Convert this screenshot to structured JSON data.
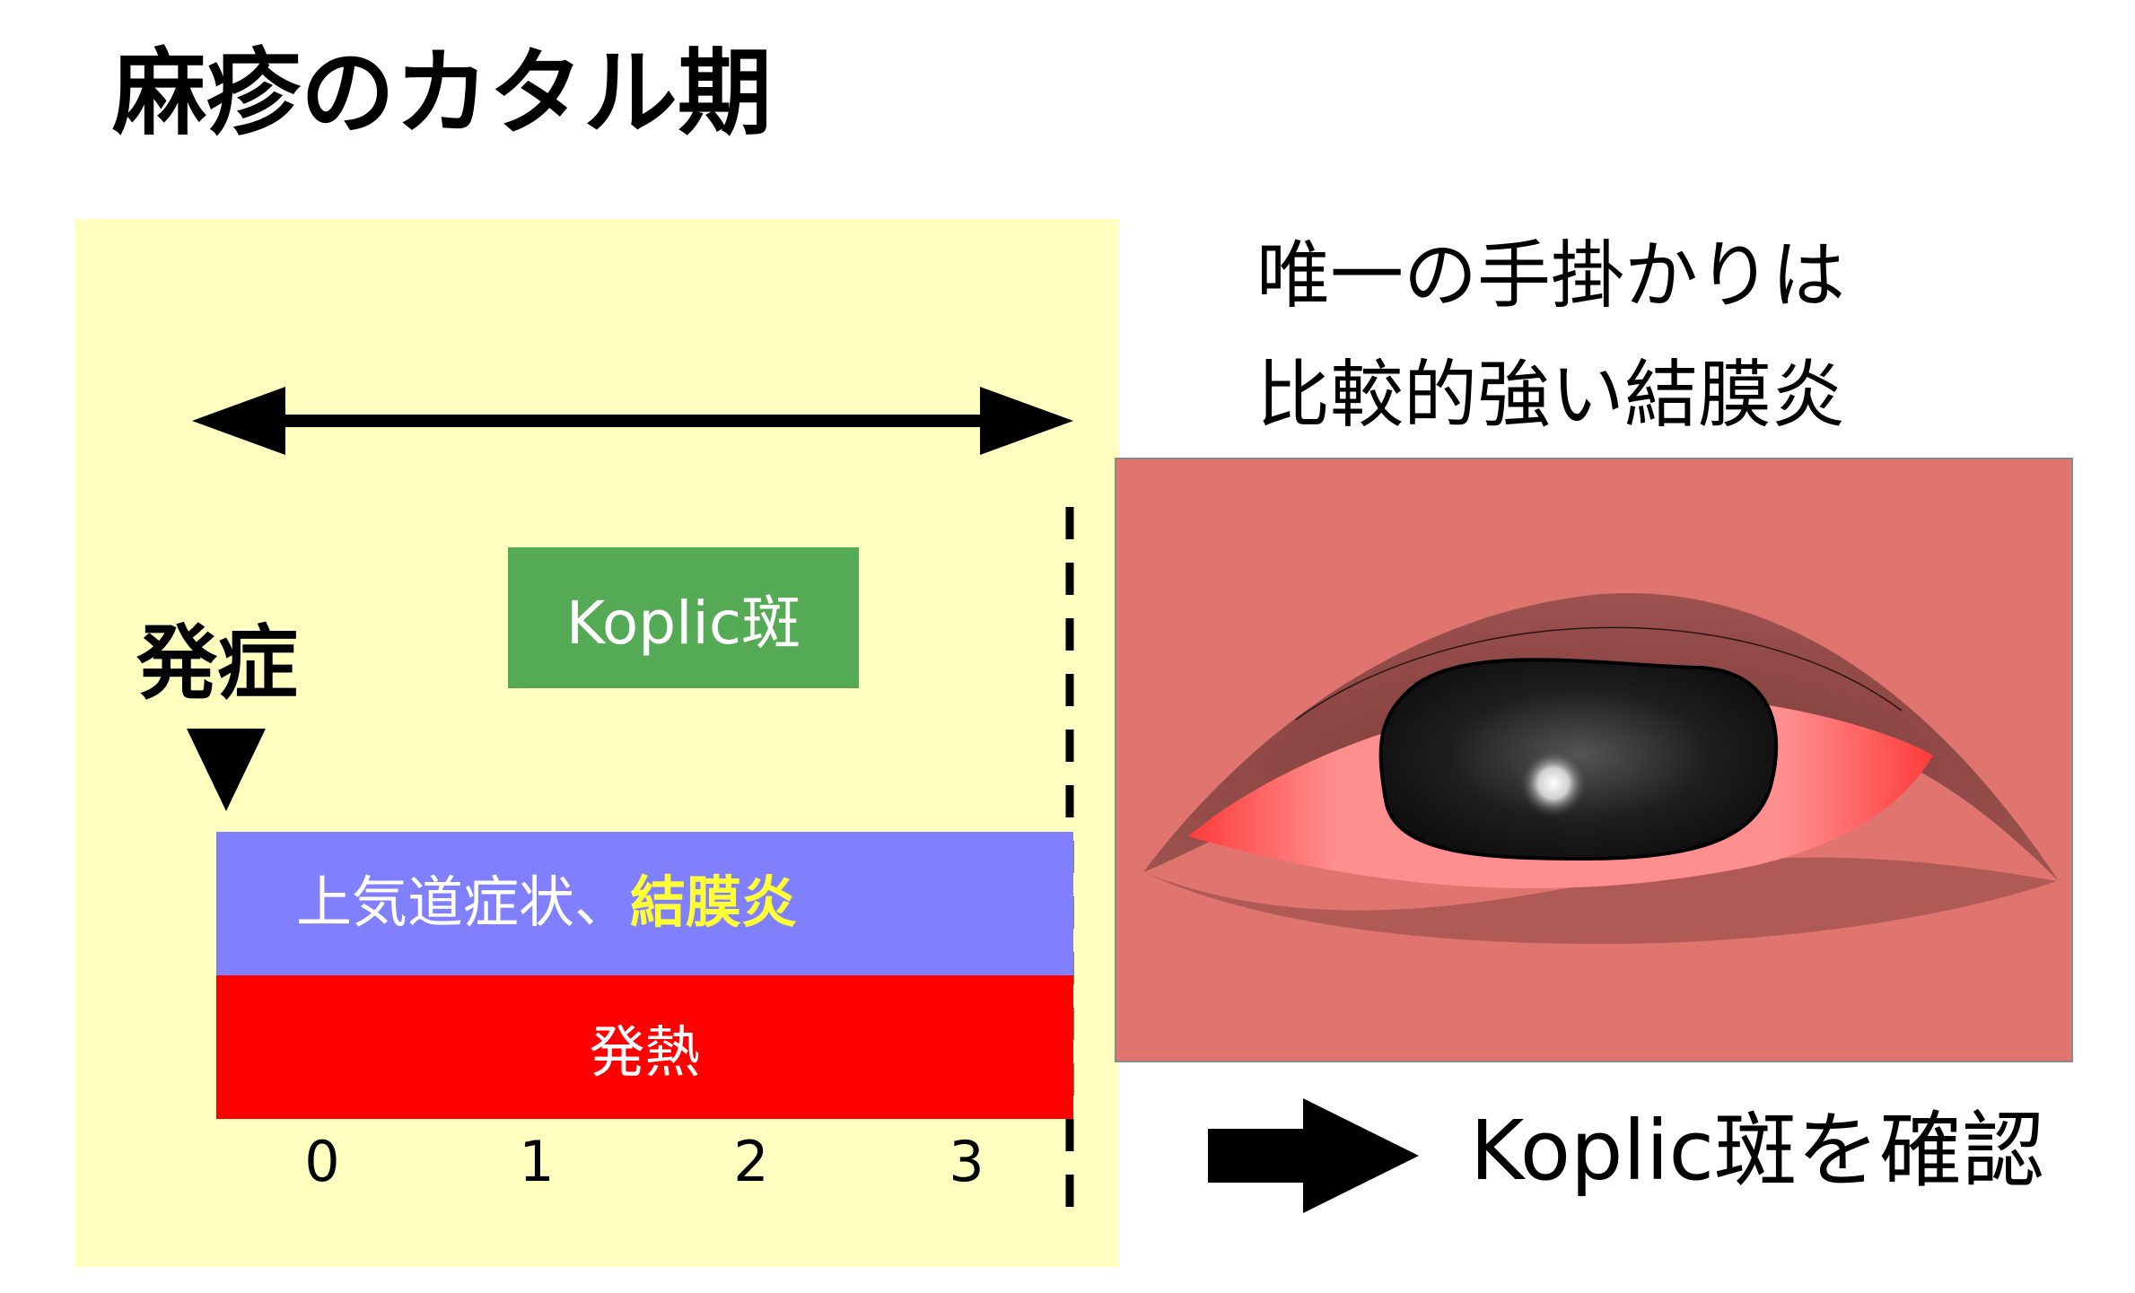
{
  "title": "麻疹のカタル期",
  "timeline": {
    "koplic_label": "Koplic斑",
    "onset_label": "発症",
    "resp_label": "上気道症状、",
    "resp_highlight": "結膜炎",
    "fever_label": "発熱",
    "ticks": [
      "0",
      "1",
      "2",
      "3"
    ]
  },
  "caption": {
    "line1": "唯一の手掛かりは",
    "line2": "比較的強い結膜炎"
  },
  "conclusion": {
    "text": "Koplic斑を確認"
  },
  "colors": {
    "panel_bg": "#ffffc0",
    "koplic_box": "#55aa55",
    "resp_bar": "#8080ff",
    "fever_bar": "#ff0000",
    "highlight_text": "#ffff33",
    "eye_bg": "#e07570"
  }
}
